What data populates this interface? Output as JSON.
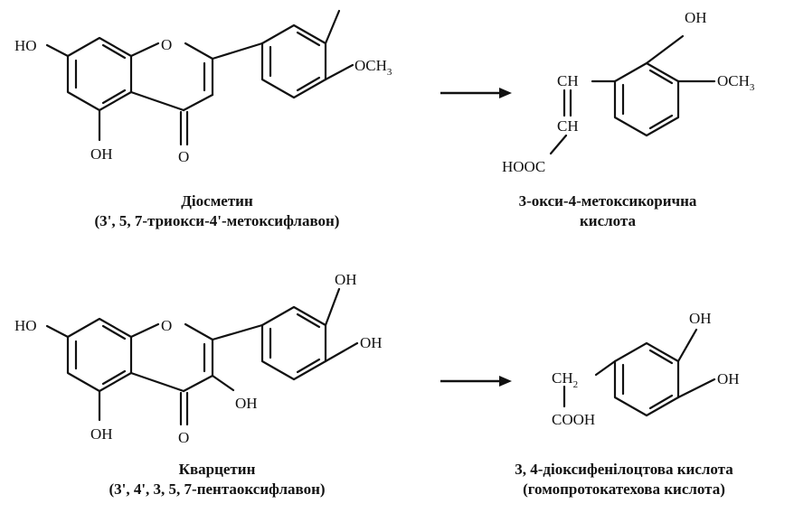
{
  "reactions": [
    {
      "substrate": {
        "name": "Діосметин",
        "systematic": "(3', 5, 7-триокси-4'-метоксифлавон)",
        "labels": {
          "oh7": "HO",
          "o1": "O",
          "oh5": "OH",
          "o4": "O",
          "ome": "OCH",
          "ome_sub": "3"
        }
      },
      "product": {
        "name": "3-окси-4-метоксикорична",
        "name2": "кислота",
        "labels": {
          "ch_a": "CH",
          "ch_b": "CH",
          "cooh": "HOOC",
          "oh": "OH",
          "ome": "OCH",
          "ome_sub": "3"
        }
      }
    },
    {
      "substrate": {
        "name": "Кварцетин",
        "systematic": "(3', 4', 3, 5, 7-пентаоксифлавон)",
        "labels": {
          "oh7": "HO",
          "o1": "O",
          "oh5": "OH",
          "o4": "O",
          "oh3": "OH",
          "oh3p": "OH",
          "oh4p": "OH"
        }
      },
      "product": {
        "name": "3, 4-діоксифенілоцтова кислота",
        "name2": "(гомопротокатехова кислота)",
        "labels": {
          "ch2": "CH",
          "ch2_sub": "2",
          "cooh": "COOH",
          "oh3": "OH",
          "oh4": "OH"
        }
      }
    }
  ]
}
